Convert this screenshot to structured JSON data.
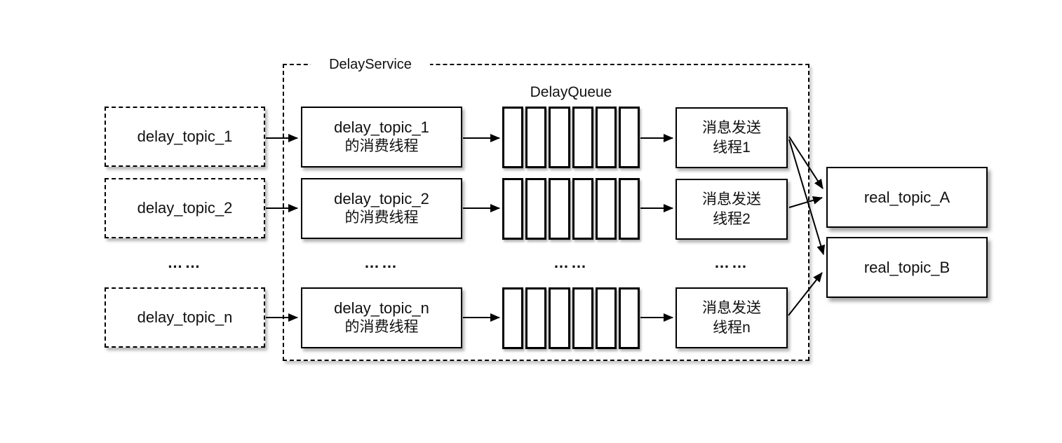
{
  "labels": {
    "delay_service": "DelayService",
    "delay_queue": "DelayQueue",
    "ellipsis": "……"
  },
  "source_topics": [
    {
      "label": "delay_topic_1"
    },
    {
      "label": "delay_topic_2"
    },
    {
      "label": "delay_topic_n"
    }
  ],
  "consumer_threads": [
    {
      "line1": "delay_topic_1",
      "line2": "的消费线程"
    },
    {
      "line1": "delay_topic_2",
      "line2": "的消费线程"
    },
    {
      "line1": "delay_topic_n",
      "line2": "的消费线程"
    }
  ],
  "queues": {
    "count": 3,
    "cells_per_queue": 6
  },
  "sender_threads": [
    {
      "line1": "消息发送",
      "line2": "线程1"
    },
    {
      "line1": "消息发送",
      "line2": "线程2"
    },
    {
      "line1": "消息发送",
      "line2": "线程n"
    }
  ],
  "real_topics": [
    {
      "label": "real_topic_A"
    },
    {
      "label": "real_topic_B"
    }
  ],
  "colors": {
    "stroke": "#000000",
    "fill": "#ffffff",
    "text": "#111111"
  }
}
